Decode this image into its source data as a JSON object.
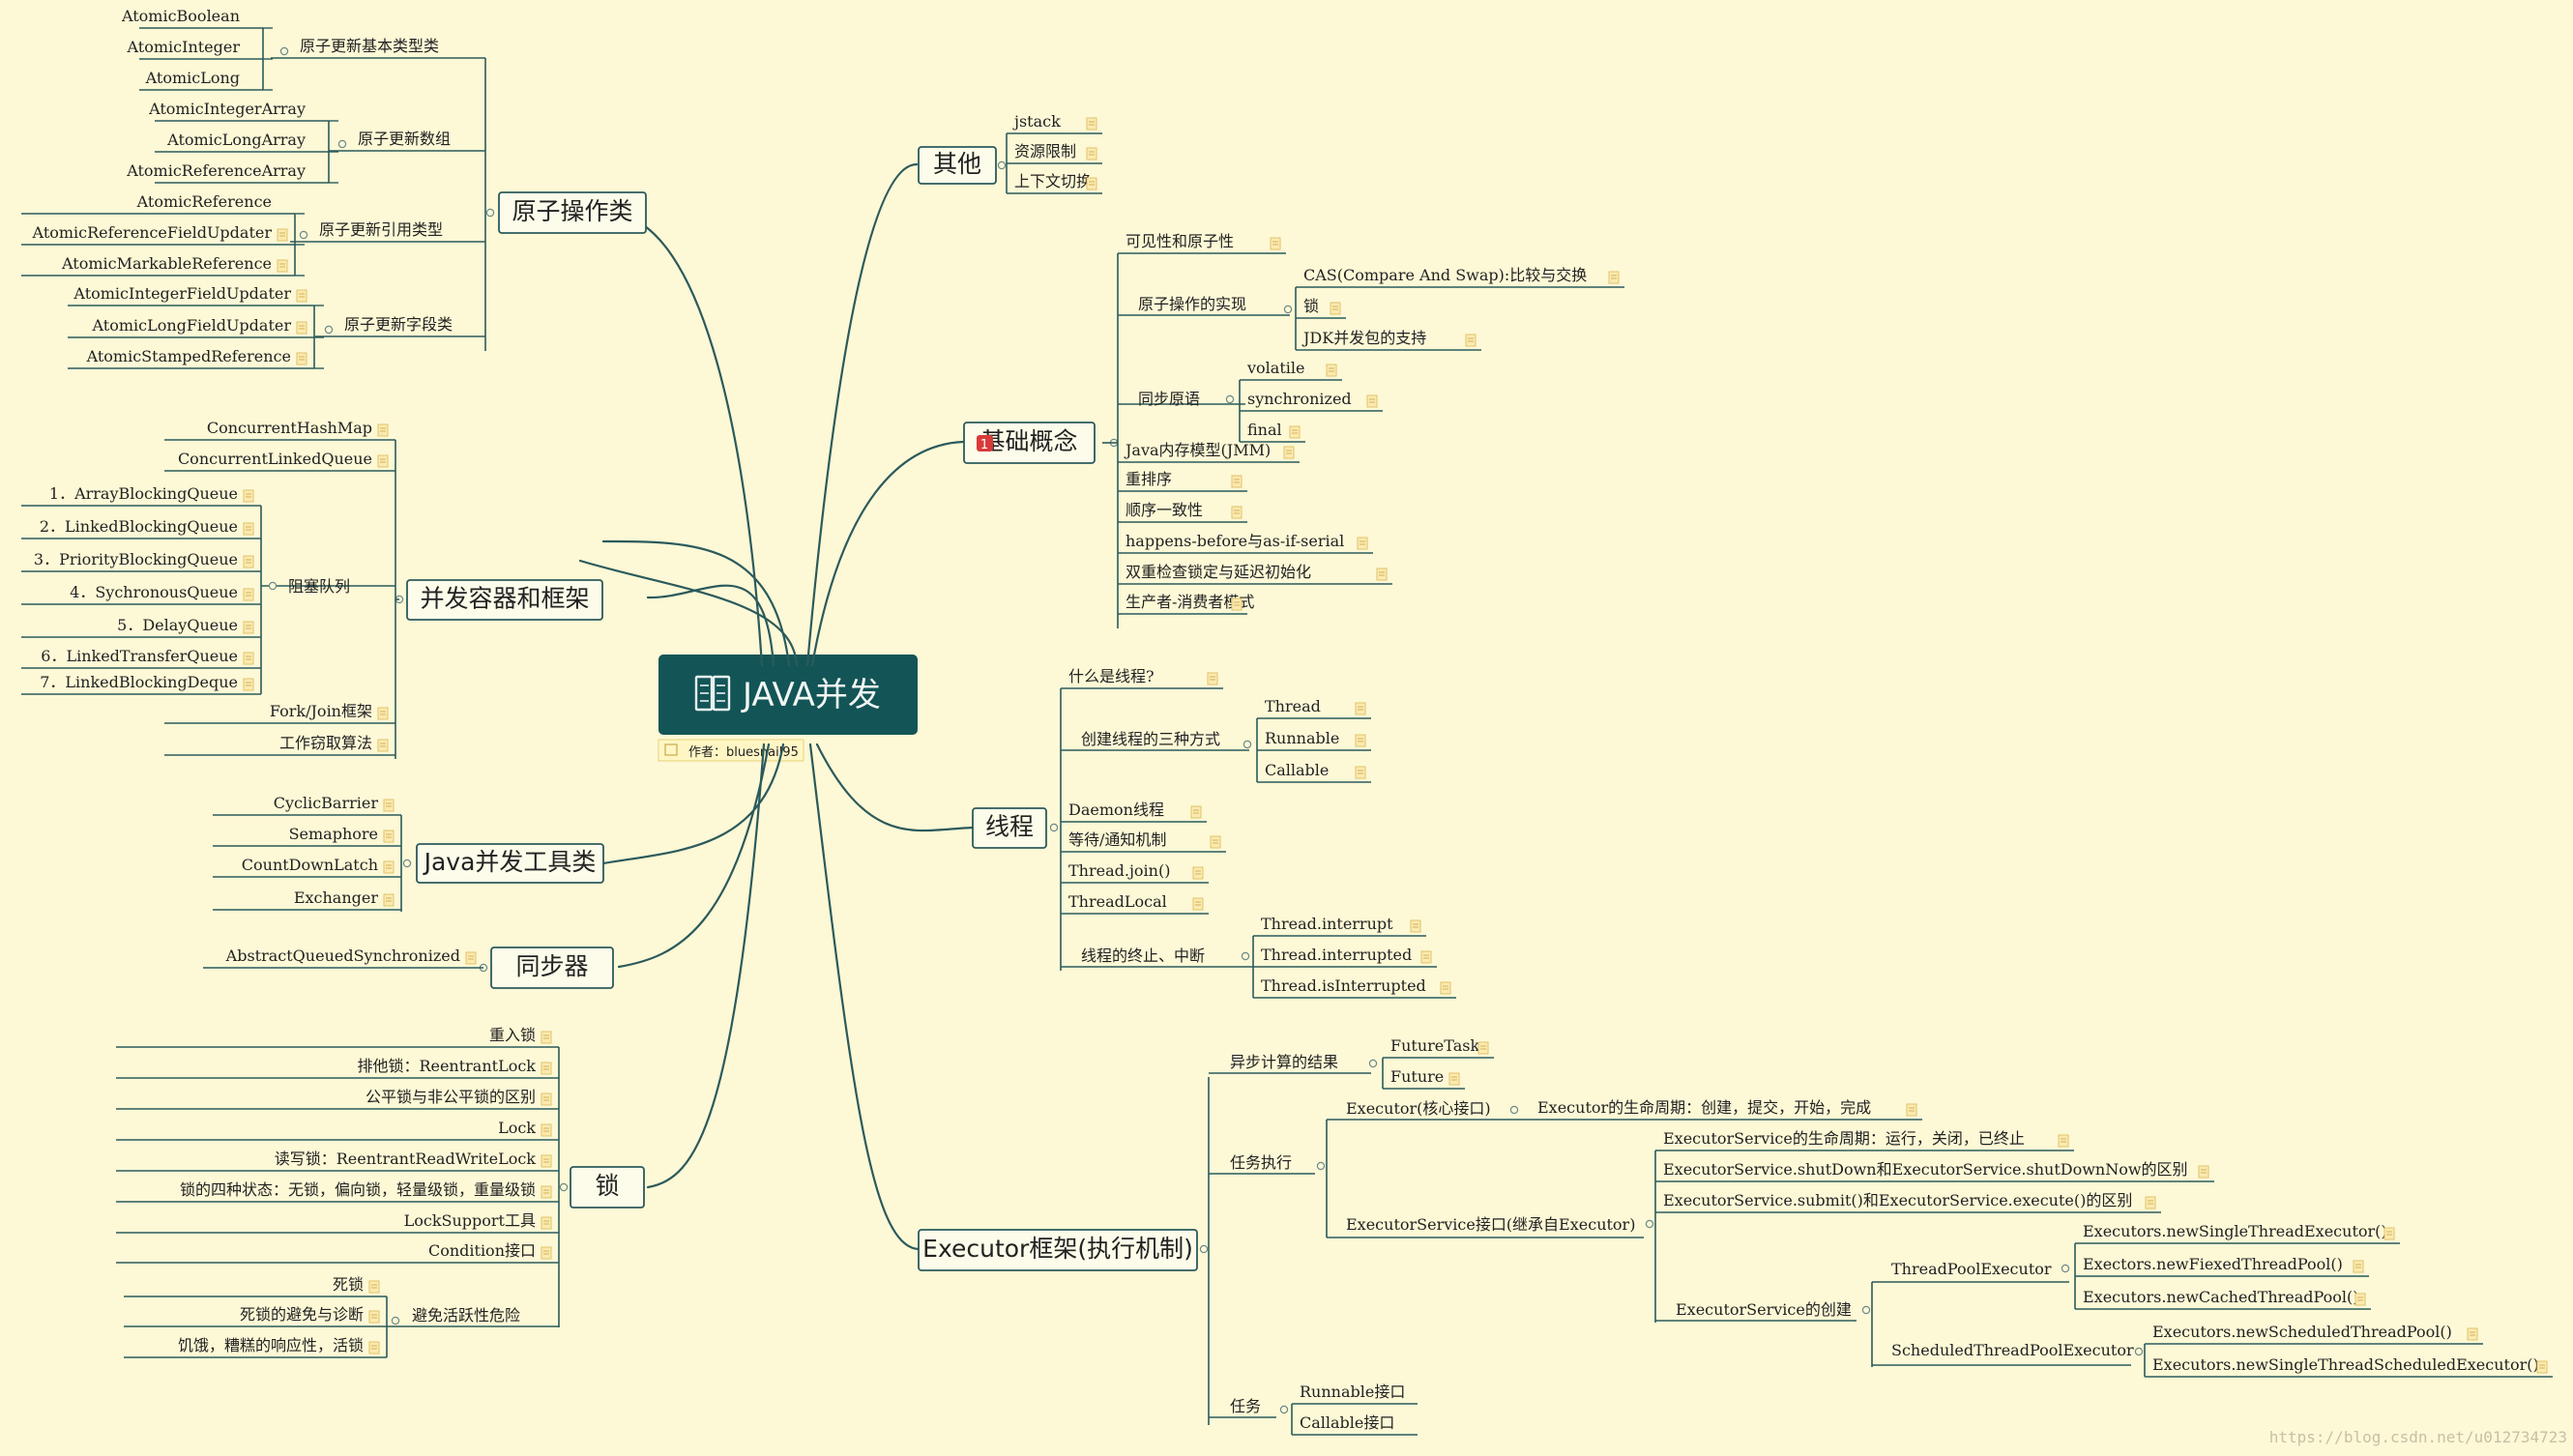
{
  "root": {
    "title": "JAVA并发",
    "note": "作者：bluesnail95"
  },
  "watermark": "https://blog.csdn.net/u012734723",
  "branches": [
    {
      "label": "原子操作类",
      "groups": [
        {
          "label": "原子更新基本类型类",
          "items": [
            "AtomicBoolean",
            "AtomicInteger",
            "AtomicLong"
          ]
        },
        {
          "label": "原子更新数组",
          "items": [
            "AtomicIntegerArray",
            "AtomicLongArray",
            "AtomicReferenceArray"
          ]
        },
        {
          "label": "原子更新引用类型",
          "items": [
            "AtomicReference",
            "AtomicReferenceFieldUpdater",
            "AtomicMarkableReference"
          ]
        },
        {
          "label": "原子更新字段类",
          "items": [
            "AtomicIntegerFieldUpdater",
            "AtomicLongFieldUpdater",
            "AtomicStampedReference"
          ]
        }
      ]
    },
    {
      "label": "并发容器和框架",
      "items": [
        "ConcurrentHashMap",
        "ConcurrentLinkedQueue",
        "Fork/Join框架",
        "工作窃取算法"
      ],
      "groups": [
        {
          "label": "阻塞队列",
          "items": [
            "1．ArrayBlockingQueue",
            "2．LinkedBlockingQueue",
            "3．PriorityBlockingQueue",
            "4．SychronousQueue",
            "5．DelayQueue",
            "6．LinkedTransferQueue",
            "7．LinkedBlockingDeque"
          ]
        }
      ]
    },
    {
      "label": "Java并发工具类",
      "items": [
        "CyclicBarrier",
        "Semaphore",
        "CountDownLatch",
        "Exchanger"
      ]
    },
    {
      "label": "同步器",
      "items": [
        "AbstractQueuedSynchronized"
      ]
    },
    {
      "label": "锁",
      "items": [
        "重入锁",
        "排他锁：ReentrantLock",
        "公平锁与非公平锁的区别",
        "Lock",
        "读写锁：ReentrantReadWriteLock",
        "锁的四种状态：无锁，偏向锁，轻量级锁，重量级锁",
        "LockSupport工具",
        "Condition接口"
      ],
      "groups": [
        {
          "label": "避免活跃性危险",
          "items": [
            "死锁",
            "死锁的避免与诊断",
            "饥饿，糟糕的响应性，活锁"
          ]
        }
      ]
    },
    {
      "label": "其他",
      "items": [
        "jstack",
        "资源限制",
        "上下文切换"
      ]
    },
    {
      "label": "基础概念",
      "badge": "1",
      "items": [
        "可见性和原子性",
        "Java内存模型(JMM)",
        "重排序",
        "顺序一致性",
        "happens-before与as-if-serial",
        "双重检查锁定与延迟初始化",
        "生产者-消费者模式"
      ],
      "groups": [
        {
          "label": "原子操作的实现",
          "items": [
            "CAS(Compare And Swap):比较与交换",
            "锁",
            "JDK并发包的支持"
          ]
        },
        {
          "label": "同步原语",
          "items": [
            "volatile",
            "synchronized",
            "final"
          ]
        }
      ]
    },
    {
      "label": "线程",
      "items": [
        "什么是线程?",
        "Daemon线程",
        "等待/通知机制",
        "Thread.join()",
        "ThreadLocal"
      ],
      "groups": [
        {
          "label": "创建线程的三种方式",
          "items": [
            "Thread",
            "Runnable",
            "Callable"
          ]
        },
        {
          "label": "线程的终止、中断",
          "items": [
            "Thread.interrupt",
            "Thread.interrupted",
            "Thread.isInterrupted"
          ]
        }
      ]
    },
    {
      "label": "Executor框架(执行机制)",
      "groups": [
        {
          "label": "异步计算的结果",
          "items": [
            "FutureTask",
            "Future"
          ]
        },
        {
          "label": "任务执行",
          "executor": {
            "label": "Executor(核心接口)",
            "detail": "Executor的生命周期：创建，提交，开始，完成"
          },
          "service": {
            "label": "ExecutorService接口(继承自Executor)",
            "items": [
              "ExecutorService的生命周期：运行，关闭，已终止",
              "ExecutorService.shutDown和ExecutorService.shutDownNow的区别",
              "ExecutorService.submit()和ExecutorService.execute()的区别"
            ],
            "creation": {
              "label": "ExecutorService的创建",
              "pools": [
                {
                  "label": "ThreadPoolExecutor",
                  "items": [
                    "Executors.newSingleThreadExecutor()",
                    "Exectors.newFiexedThreadPool()",
                    "Executors.newCachedThreadPool()"
                  ]
                },
                {
                  "label": "ScheduledThreadPoolExecutor",
                  "items": [
                    "Executors.newScheduledThreadPool()",
                    "Executors.newSingleThreadScheduledExecutor()"
                  ]
                }
              ]
            }
          }
        },
        {
          "label": "任务",
          "items": [
            "Runnable接口",
            "Callable接口"
          ]
        }
      ]
    }
  ]
}
